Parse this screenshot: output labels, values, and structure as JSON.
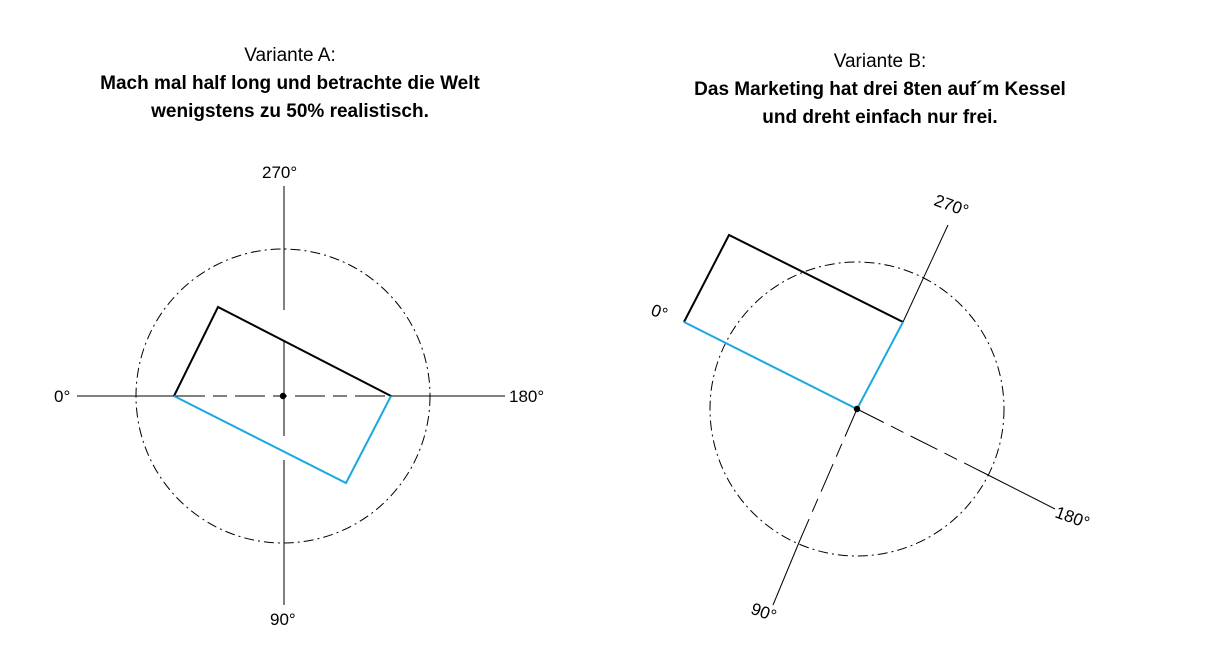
{
  "variant_a": {
    "label": "Variante A:",
    "headline_1": "Mach mal half long und betrachte die Welt",
    "headline_2": "wenigstens zu 50% realistisch.",
    "axis_labels": {
      "deg0": "0°",
      "deg90": "90°",
      "deg180": "180°",
      "deg270": "270°"
    }
  },
  "variant_b": {
    "label": "Variante B:",
    "headline_1": "Das Marketing hat drei 8ten auf´m Kessel",
    "headline_2": "und dreht einfach nur frei.",
    "axis_labels": {
      "deg0": "0°",
      "deg90": "90°",
      "deg180": "180°",
      "deg270": "270°"
    }
  },
  "colors": {
    "outline": "#000000",
    "highlight": "#1aa8e0"
  }
}
